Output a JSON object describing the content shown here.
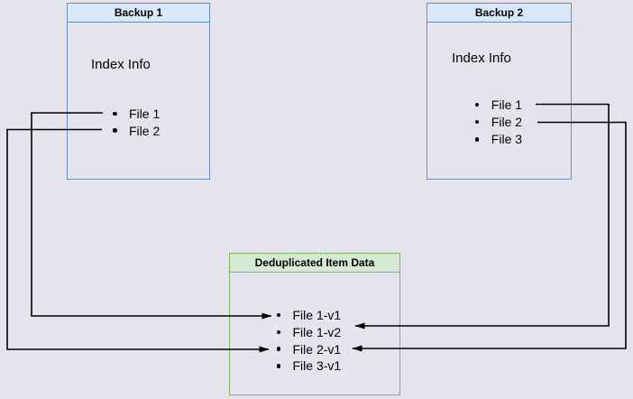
{
  "canvas": {
    "background_color": "#e5e4ed",
    "arrow_color": "#000000",
    "text_color": "#000000"
  },
  "backup1": {
    "title": "Backup 1",
    "header_fill": "#dae8fc",
    "border_color": "#6c8ebf",
    "index_label": "Index Info",
    "items": [
      "File 1",
      "File 2"
    ]
  },
  "backup2": {
    "title": "Backup 2",
    "header_fill": "#dae8fc",
    "border_color": "#6c8ebf",
    "index_label": "Index Info",
    "items": [
      "File 1",
      "File 2",
      "File 3"
    ]
  },
  "dedup": {
    "title": "Deduplicated Item Data",
    "header_fill": "#d5e8d4",
    "border_color": "#82b366",
    "items": [
      "File 1-v1",
      "File 1-v2",
      "File 2-v1",
      "File 3-v1"
    ]
  },
  "arrows": [
    {
      "from_box": "Backup 1",
      "from_item": "File 1",
      "to_box": "Deduplicated Item Data",
      "to_item": "File 1-v1",
      "enters_from": "left"
    },
    {
      "from_box": "Backup 1",
      "from_item": "File 2",
      "to_box": "Deduplicated Item Data",
      "to_item": "File 2-v1",
      "enters_from": "left"
    },
    {
      "from_box": "Backup 2",
      "from_item": "File 1",
      "to_box": "Deduplicated Item Data",
      "to_item": "File 1-v2",
      "enters_from": "right"
    },
    {
      "from_box": "Backup 2",
      "from_item": "File 2",
      "to_box": "Deduplicated Item Data",
      "to_item": "File 2-v1",
      "enters_from": "right"
    }
  ]
}
